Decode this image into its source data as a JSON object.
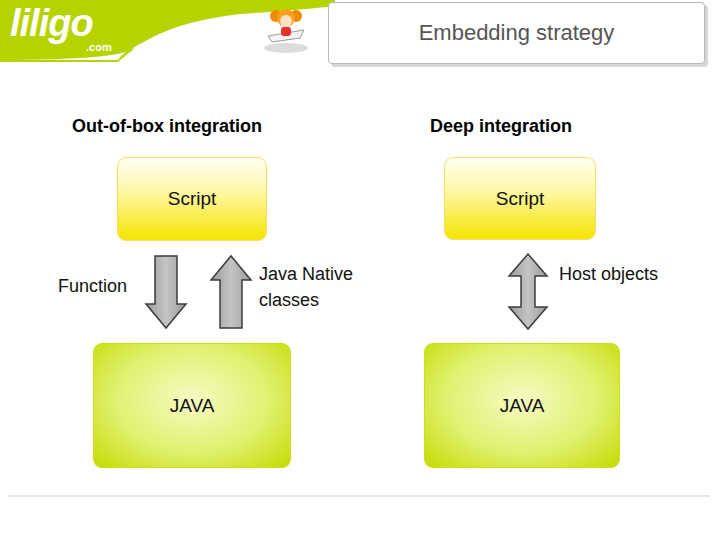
{
  "diagram": {
    "title": "Embedding strategy",
    "nodes": [
      {
        "text": [
          "Script"
        ]
      },
      {
        "text": [
          "JAVA"
        ]
      },
      {
        "text": [
          "Script"
        ]
      },
      {
        "text": [
          "JAVA"
        ]
      }
    ],
    "edges": [
      {
        "from": 0,
        "to": 1,
        "arrow": "to",
        "label": "Function"
      },
      {
        "from": 1,
        "to": 0,
        "arrow": "to",
        "label": "Java Native classes"
      },
      {
        "from": 2,
        "to": 3,
        "arrow": "both",
        "label": "Host objects"
      }
    ],
    "labels": [
      "liligo",
      ".com",
      "Out-of-box integration",
      "Deep integration"
    ]
  }
}
